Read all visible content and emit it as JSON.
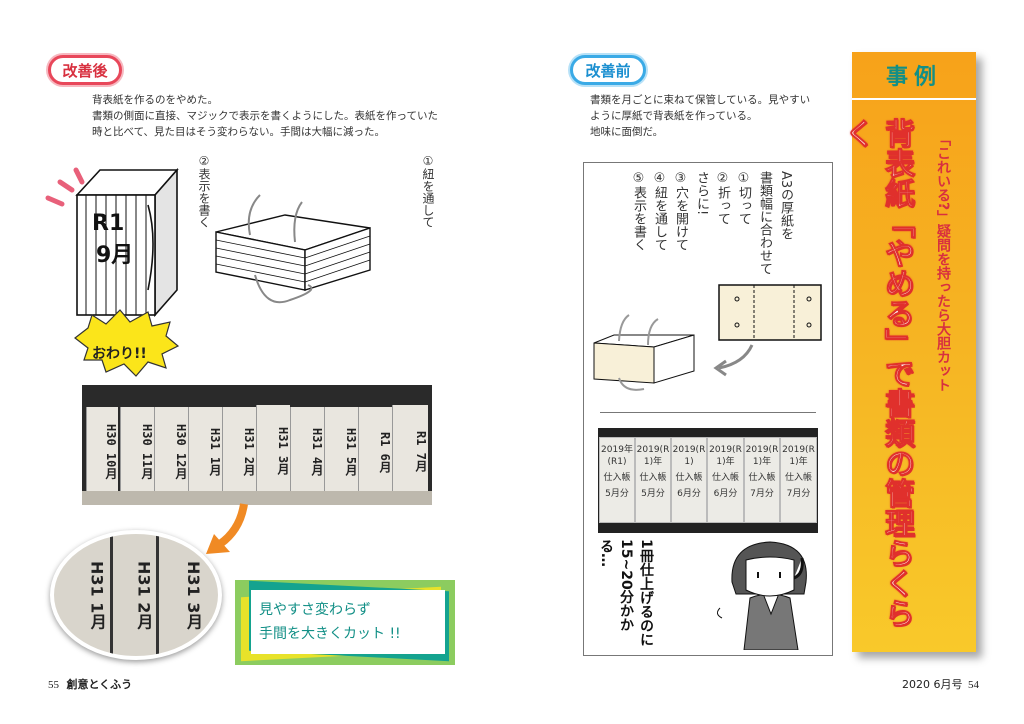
{
  "left_page": {
    "badge": "改善後",
    "text_lines": [
      "背表紙を作るのをやめた。",
      "書類の側面に直接、マジックで表示を書くようにした。表紙を作っていた",
      "時と比べて、見た目はそう変わらない。手間は大幅に減った。"
    ],
    "step2": "②表示を書く",
    "step1": "①紐を通して",
    "book_label_line1": "R1",
    "book_label_line2": "9月",
    "burst": "おわり!!",
    "shelf_labels": [
      "H30 10月",
      "H30 11月",
      "H30 12月",
      "H31 1月",
      "H31 2月",
      "H31 3月",
      "H31 4月",
      "H31 5月",
      "R1 6月",
      "R1 7月"
    ],
    "zoom_labels": [
      "H31 1月",
      "H31 2月",
      "H31 3月"
    ],
    "banner_line1": "見やすさ変わらず",
    "banner_line2": "手間を大きくカット !!",
    "page_number": "55",
    "magazine_name": "創意とくふう"
  },
  "right_page": {
    "badge": "改善前",
    "text_lines": [
      "書類を月ごとに束ねて保管している。見やすい",
      "ように厚紙で背表紙を作っている。",
      "地味に面倒だ。"
    ],
    "steps": [
      "A3の厚紙を",
      "書類幅に合わせて",
      "①切って",
      "②折って",
      "さらに!",
      "③穴を開けて",
      "④紐を通して",
      "⑤表示を書く"
    ],
    "file_labels": [
      [
        "2019年(R1)",
        "仕入帳",
        "5月分"
      ],
      [
        "2019(R1)年",
        "仕入帳",
        "5月分"
      ],
      [
        "2019(R1)",
        "仕入帳",
        "6月分"
      ],
      [
        "2019(R1)年",
        "仕入帳",
        "6月分"
      ],
      [
        "2019(R1)年",
        "仕入帳",
        "7月分"
      ],
      [
        "2019(R1)年",
        "仕入帳",
        "7月分"
      ]
    ],
    "comic_line1": "1冊仕上げるのに",
    "comic_line2": "15~20分かかる…",
    "footer_issue": "2020 6月号",
    "page_number": "54"
  },
  "side_panel": {
    "header": "事例",
    "subtitle": "「これいる?」疑問を持ったら大胆カット",
    "title": "背表紙「やめる」で書類の管理らくらく"
  },
  "colors": {
    "accent_orange": "#f7a21a",
    "title_red": "#e0302c",
    "teal": "#128f86"
  }
}
